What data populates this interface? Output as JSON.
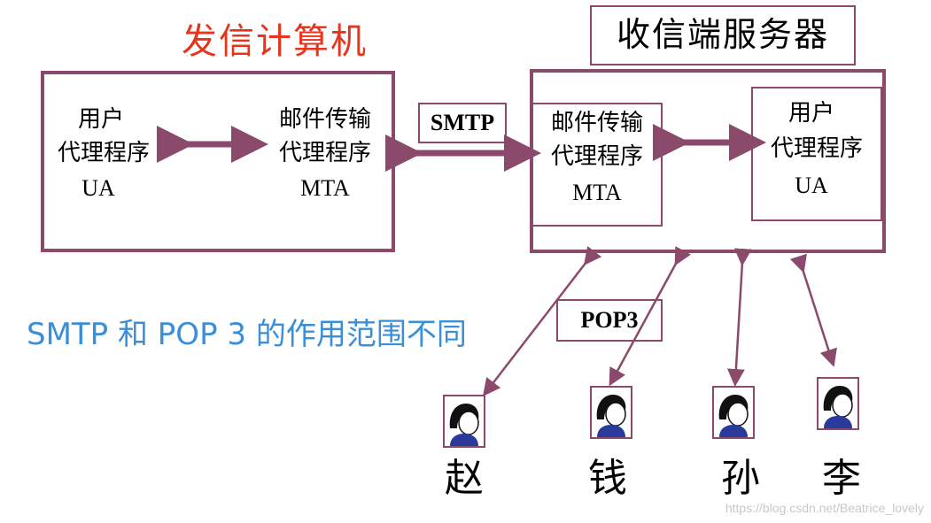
{
  "sender": {
    "title": "发信计算机",
    "ua": {
      "line1": "用户",
      "line2": "代理程序",
      "line3": "UA"
    },
    "mta": {
      "line1": "邮件传输",
      "line2": "代理程序",
      "line3": "MTA"
    }
  },
  "receiver": {
    "title": "收信端服务器",
    "mta": {
      "line1": "邮件传输",
      "line2": "代理程序",
      "line3": "MTA"
    },
    "ua": {
      "line1": "用户",
      "line2": "代理程序",
      "line3": "UA"
    }
  },
  "protocols": {
    "smtp": "SMTP",
    "pop3": "POP3"
  },
  "caption": "SMTP 和 POP 3 的作用范围不同",
  "users": [
    "赵",
    "钱",
    "孙",
    "李"
  ],
  "watermark": "https://blog.csdn.net/Beatrice_lovely",
  "colors": {
    "border": "#8b4a6c",
    "title_red": "#e8341c",
    "caption_blue": "#3a8fd8",
    "arrow": "#8b4a6c"
  },
  "icons": {
    "user_avatar": "person-avatar-icon"
  }
}
